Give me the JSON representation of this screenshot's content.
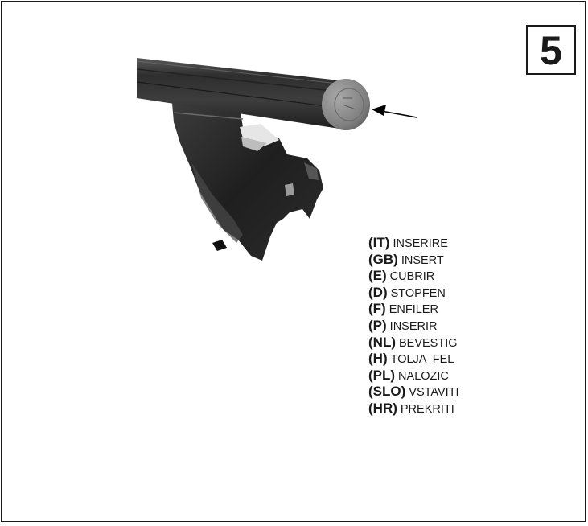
{
  "step": {
    "number": "5"
  },
  "instructions": [
    {
      "code": "(IT)",
      "word": "INSERIRE"
    },
    {
      "code": "(GB)",
      "word": "INSERT"
    },
    {
      "code": "(E)",
      "word": "CUBRIR"
    },
    {
      "code": "(D)",
      "word": "STOPFEN"
    },
    {
      "code": "(F)",
      "word": "ENFILER"
    },
    {
      "code": "(P)",
      "word": "INSERIR"
    },
    {
      "code": "(NL)",
      "word": "BEVESTIG"
    },
    {
      "code": "(H)",
      "word": "TOLJA  FEL"
    },
    {
      "code": "(PL)",
      "word": "NALOZIC"
    },
    {
      "code": "(SLO)",
      "word": "VSTAVITI"
    },
    {
      "code": "(HR)",
      "word": "PREKRITI"
    }
  ],
  "illustration": {
    "description_icons": [
      "roof-bar-icon",
      "end-cap-icon",
      "mounting-foot-icon",
      "arrow-icon"
    ],
    "colors": {
      "bar": "#3a3a3a",
      "cap": "#8a8a8a",
      "foot": "#2b2b2b"
    }
  }
}
